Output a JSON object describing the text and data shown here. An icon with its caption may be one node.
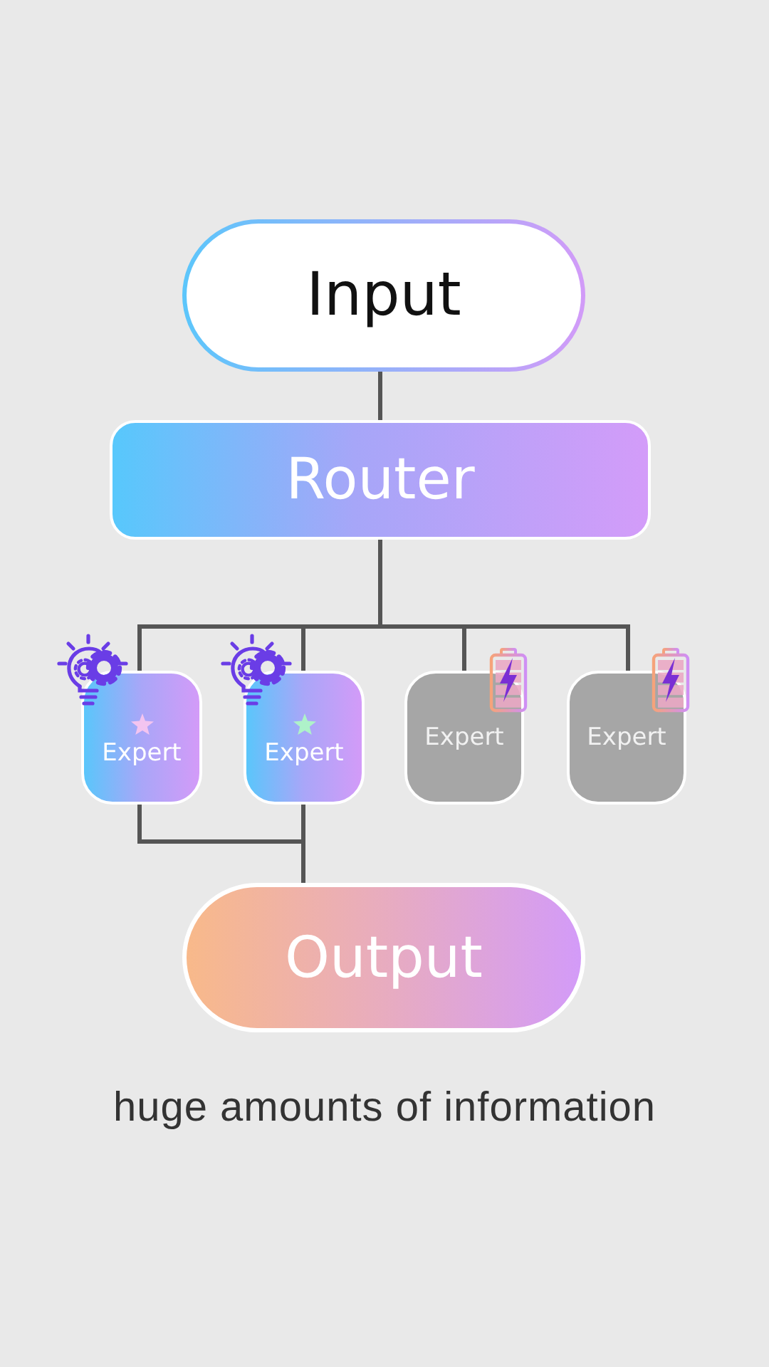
{
  "diagram": {
    "caption": "huge amounts of information",
    "nodes": [
      {
        "text": [
          "Input"
        ]
      },
      {
        "text": [
          "Router"
        ]
      },
      {
        "text": [
          "Expert"
        ]
      },
      {
        "text": [
          "Expert"
        ]
      },
      {
        "text": [
          "Expert"
        ]
      },
      {
        "text": [
          "Expert"
        ]
      },
      {
        "text": [
          "Output"
        ]
      }
    ],
    "edges": [
      {
        "from": 0,
        "to": 1,
        "arrow": "none"
      },
      {
        "from": 1,
        "to": 2,
        "arrow": "none"
      },
      {
        "from": 1,
        "to": 3,
        "arrow": "none"
      },
      {
        "from": 1,
        "to": 4,
        "arrow": "none"
      },
      {
        "from": 1,
        "to": 5,
        "arrow": "none"
      },
      {
        "from": 2,
        "to": 6,
        "arrow": "none"
      },
      {
        "from": 3,
        "to": 6,
        "arrow": "none"
      }
    ]
  }
}
